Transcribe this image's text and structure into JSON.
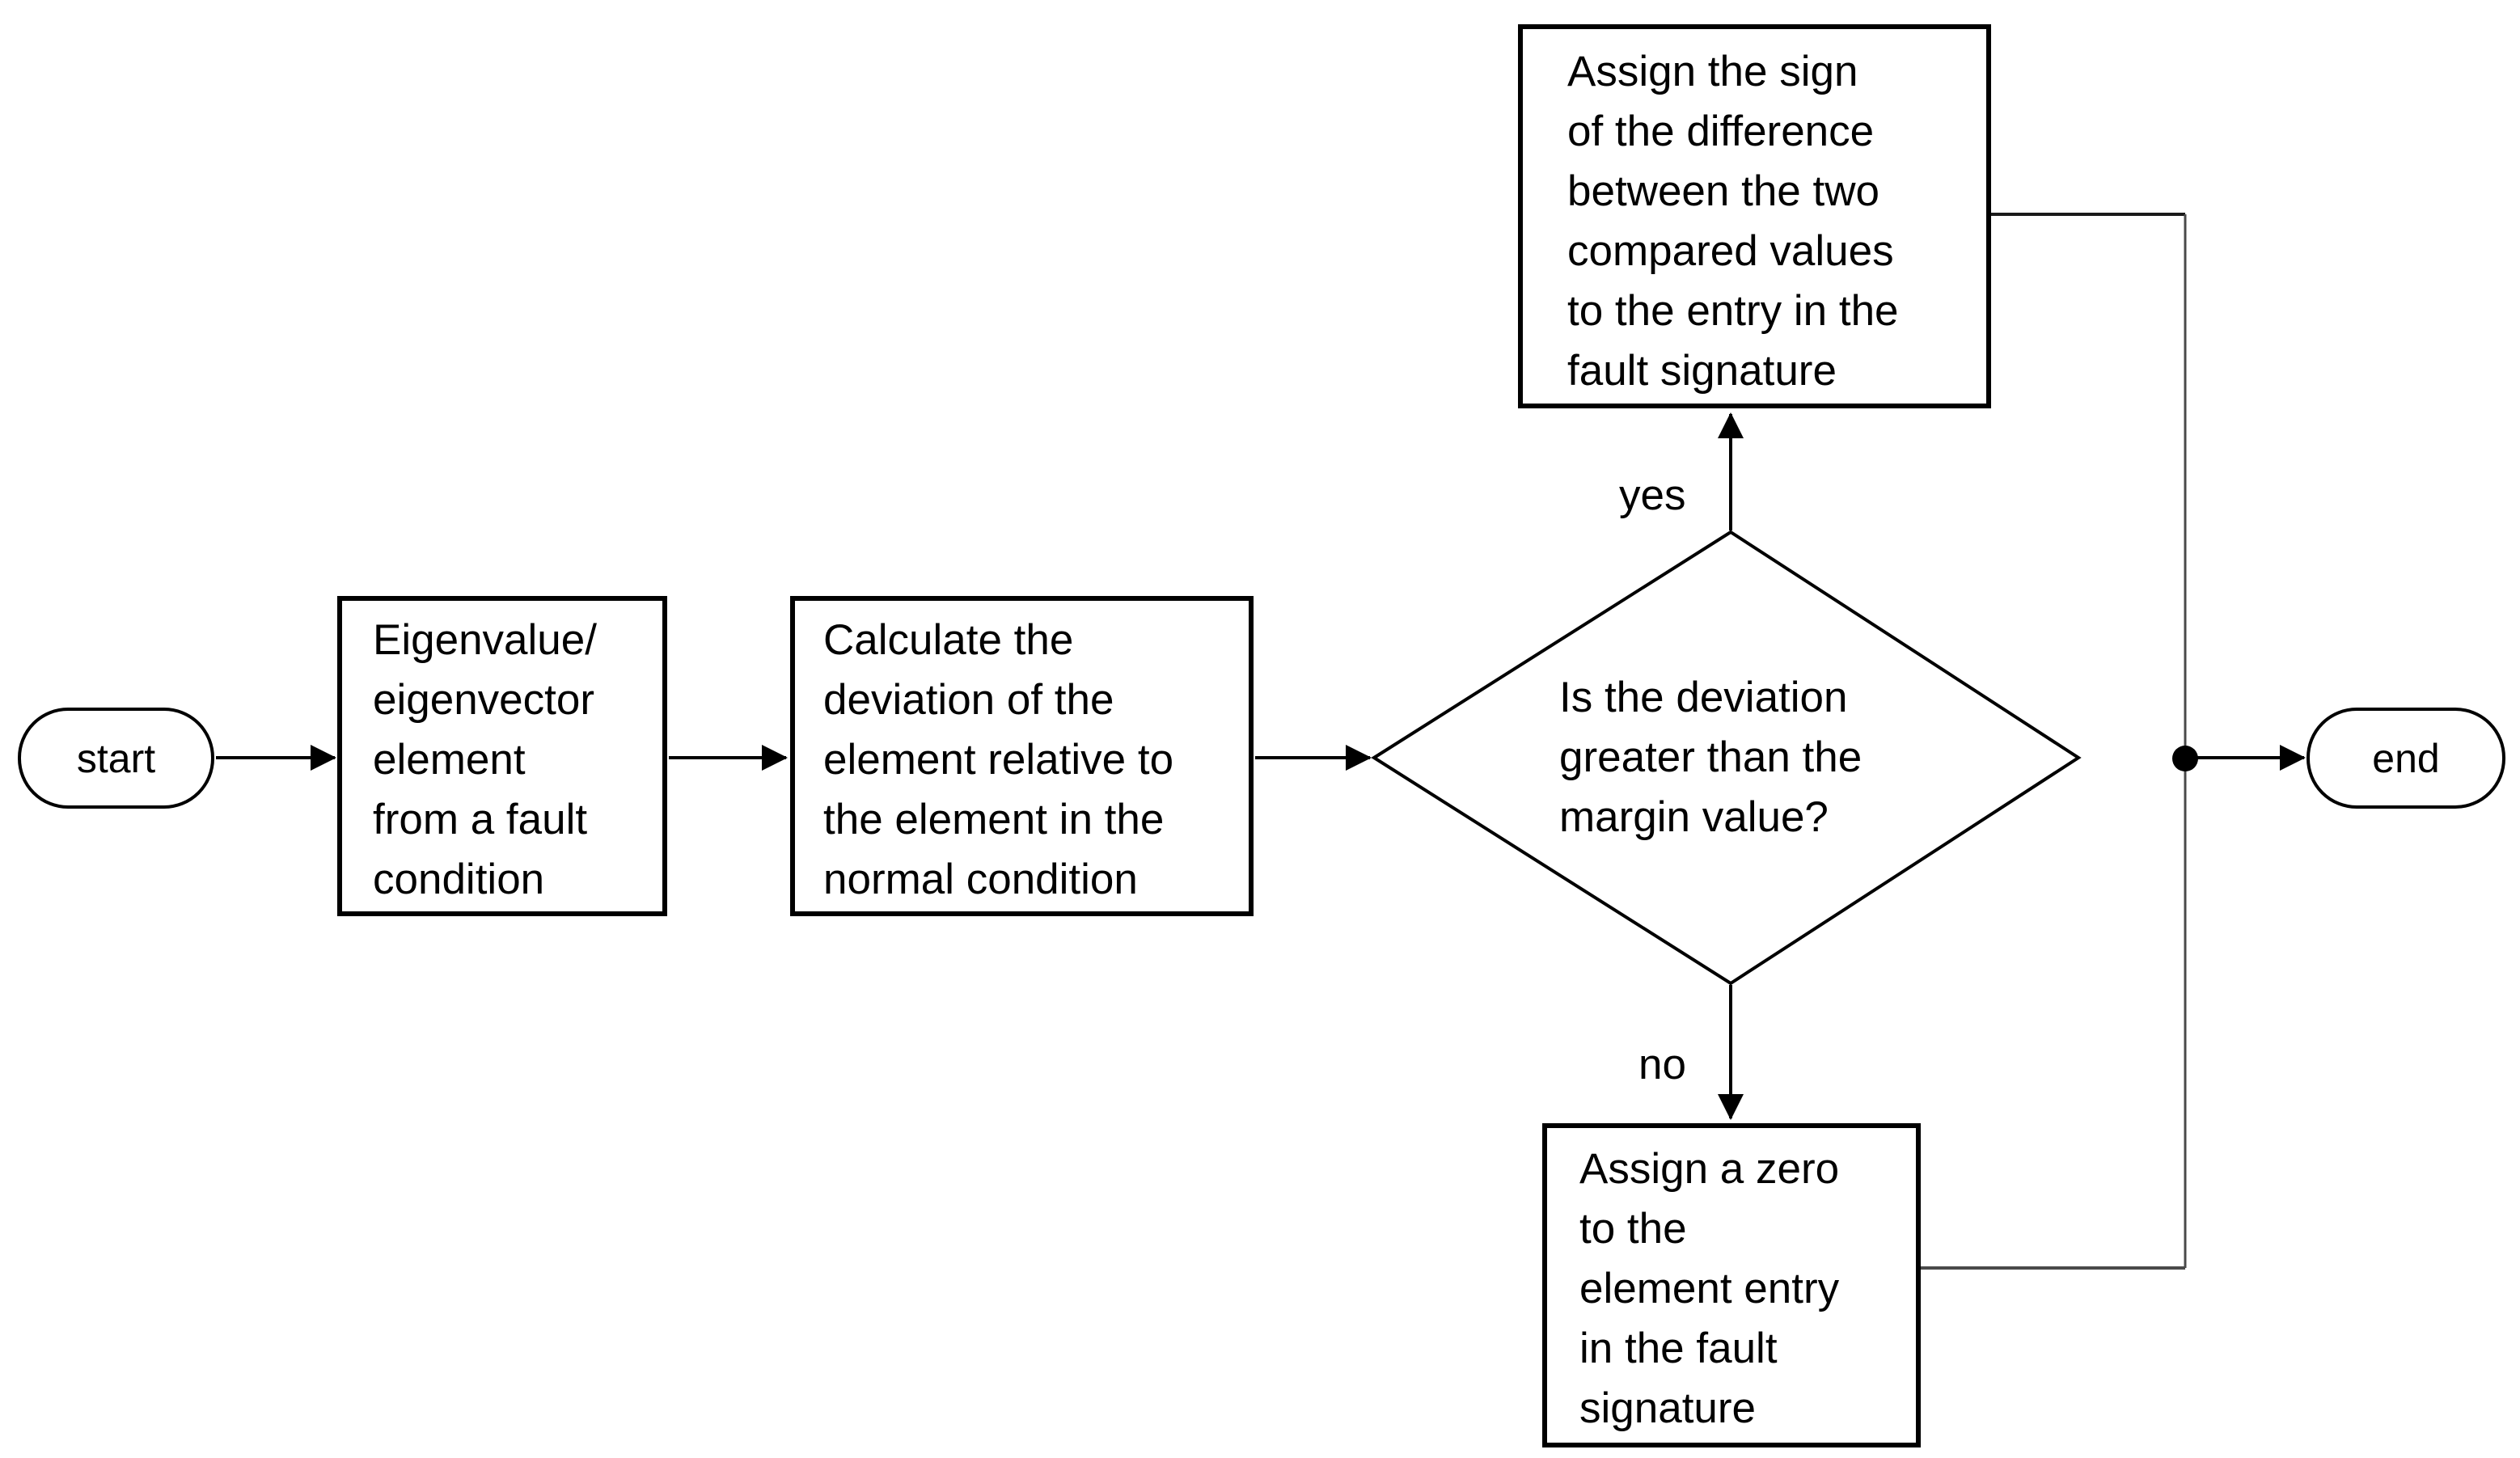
{
  "diagram": {
    "title": "fault signature flowchart",
    "colors": {
      "background": "#ffffff",
      "stroke": "#000000",
      "connector": "#4a4a4a"
    },
    "nodes": {
      "start": {
        "type": "terminator",
        "label": "start"
      },
      "fault_element": {
        "type": "process",
        "label": "Eigenvalue/\neigenvector\nelement\nfrom a fault\ncondition"
      },
      "calc_deviation": {
        "type": "process",
        "label": "Calculate the\ndeviation of the\nelement relative to\nthe element in the\nnormal condition"
      },
      "deviation_check": {
        "type": "decision",
        "label": "Is the deviation\ngreater than the\nmargin value?"
      },
      "assign_sign": {
        "type": "process",
        "label": "Assign the sign\nof the difference\nbetween the two\ncompared values\nto the entry in the\nfault signature"
      },
      "assign_zero": {
        "type": "process",
        "label": "Assign a zero\nto the\nelement entry\nin the fault\nsignature"
      },
      "end": {
        "type": "terminator",
        "label": "end"
      }
    },
    "edge_labels": {
      "yes": "yes",
      "no": "no"
    }
  }
}
